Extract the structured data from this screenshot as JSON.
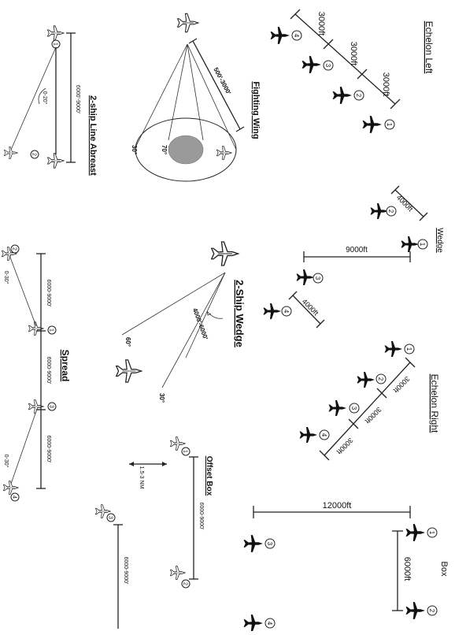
{
  "formations": {
    "echelon_left": {
      "title": "Echelon Left",
      "spacings": [
        "3000ft",
        "3000ft",
        "3000ft"
      ],
      "ship_numbers": [
        "1",
        "2",
        "3",
        "4"
      ]
    },
    "wedge": {
      "title": "Wedge",
      "spacings": [
        "4000ft",
        "9000ft",
        "4000ft"
      ],
      "ship_numbers": [
        "1",
        "2",
        "3",
        "4"
      ]
    },
    "echelon_right": {
      "title": "Echelon Right",
      "spacings": [
        "3000ft",
        "3000ft",
        "3000ft"
      ],
      "ship_numbers": [
        "1",
        "2",
        "3",
        "4"
      ]
    },
    "box": {
      "title": "Box",
      "spacings": [
        "12000ft",
        "6000ft"
      ],
      "ship_numbers": [
        "1",
        "2",
        "3",
        "4"
      ]
    },
    "fighting_wing": {
      "title": "Fighting Wing",
      "range": "500'-3000'",
      "angles": [
        "70°",
        "30°"
      ]
    },
    "two_ship_line_abreast": {
      "title": "2-ship Line Abreast",
      "range": "6000'-9000'",
      "angle": "0-20°",
      "ship_numbers": [
        "1",
        "2"
      ]
    },
    "two_ship_wedge": {
      "title": "2-Ship Wedge",
      "range": "4000'-6000'",
      "angles": [
        "60°",
        "30°"
      ]
    },
    "spread": {
      "title": "Spread",
      "spacings": [
        "6000-9000'",
        "6000-9000'",
        "6000-9000'"
      ],
      "angles": [
        "0-30°",
        "0-30°"
      ],
      "ship_numbers": [
        "1",
        "2",
        "3",
        "4"
      ]
    },
    "offset_box": {
      "title": "Offset Box",
      "spacings": [
        "6000-9000'",
        "6000-9000'"
      ],
      "lateral": "1.5-3 NM",
      "ship_numbers": [
        "1",
        "2",
        "3"
      ]
    }
  },
  "colors": {
    "ink": "#111111",
    "zone_fill": "#9a9a9a"
  }
}
